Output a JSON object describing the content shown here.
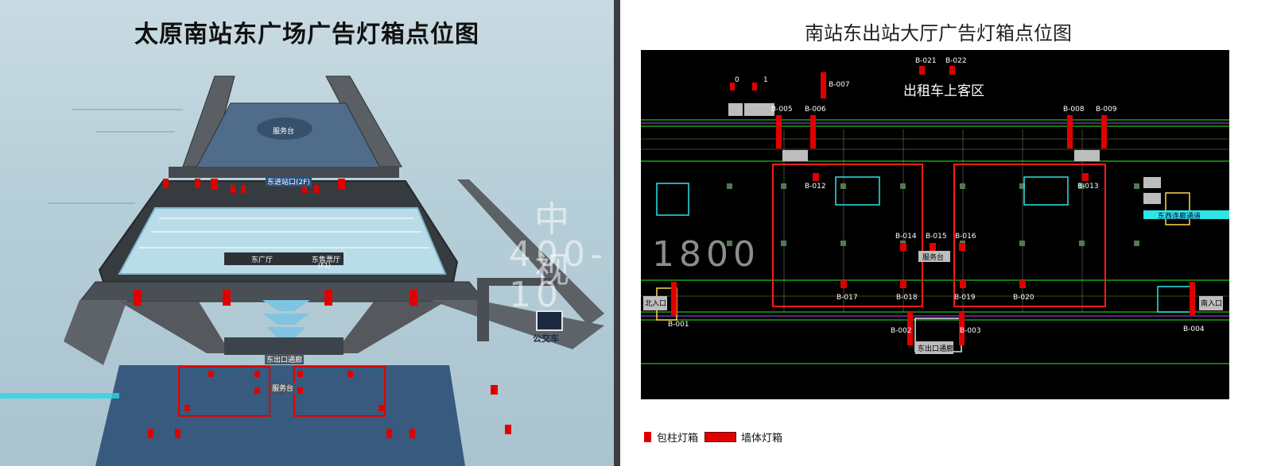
{
  "left_panel": {
    "title": "太原南站东广场广告灯箱点位图",
    "labels": {
      "service_desk_top": "服务台",
      "entry_gate": "东进站口(2F)",
      "east_hall_a": "东广厅",
      "east_hall_b": "东售票厅",
      "east_hall_floor": "(F1)",
      "exit_passage": "东出口通廊",
      "service_desk_bottom": "服务台",
      "bus": "公交车"
    }
  },
  "right_panel": {
    "title": "南站东出站大厅广告灯箱点位图",
    "taxi_zone": "出租车上客区",
    "service_desk": "服务台",
    "exit_passage": "东出口通廊",
    "north_entrance": "北入口",
    "south_entrance": "南入口",
    "east_west_passage": "东西连廊通道",
    "points": [
      "B-021",
      "B-022",
      "B-007",
      "B-005",
      "B-006",
      "B-008",
      "B-009",
      "B-012",
      "B-013",
      "B-014",
      "B-015",
      "B-016",
      "B-017",
      "B-018",
      "B-019",
      "B-020",
      "B-001",
      "B-002",
      "B-003",
      "B-004"
    ],
    "small_marks": [
      "0",
      "1"
    ]
  },
  "legend": {
    "column_box": "包柱灯箱",
    "wall_box": "墙体灯箱"
  },
  "watermark": {
    "line1": "中 视",
    "line2": "400-10",
    "line3": "1800"
  },
  "colors": {
    "marker_red": "#e00000",
    "cad_background": "#000000",
    "zone_outline": "#ff1a1a"
  }
}
